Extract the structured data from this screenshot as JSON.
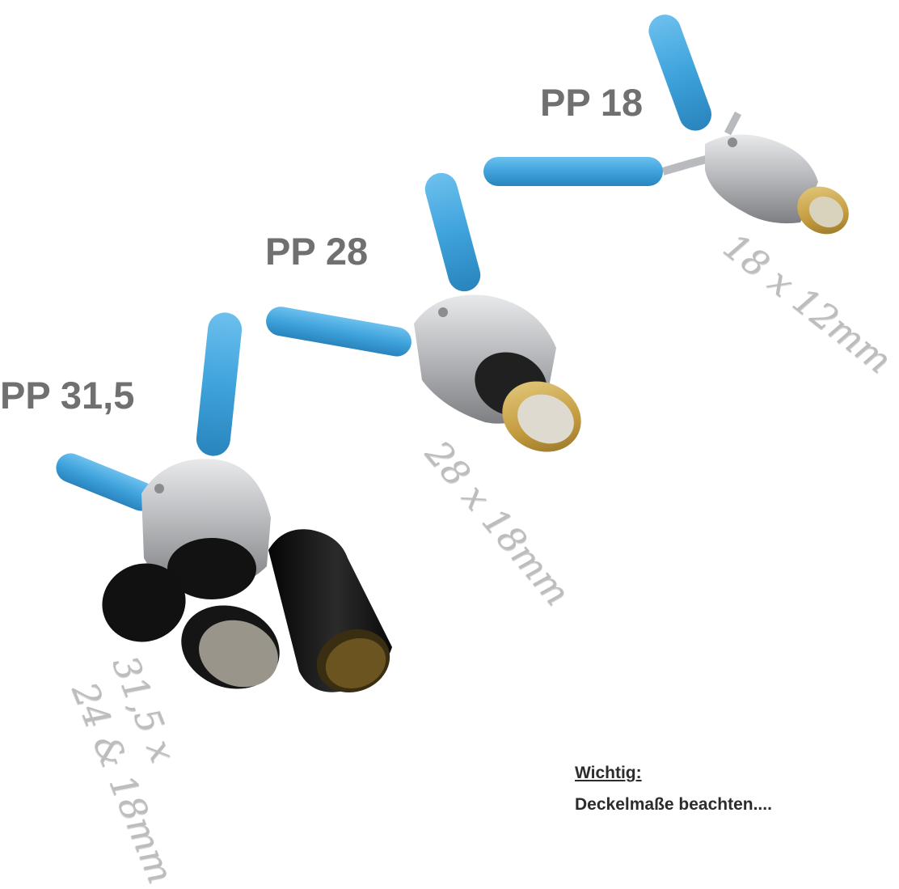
{
  "models": [
    {
      "name": "PP 18",
      "size": "18 x 12mm"
    },
    {
      "name": "PP 28",
      "size": "28 x 18mm"
    },
    {
      "name": "PP 31,5",
      "size_line1": "31,5 x",
      "size_line2": "24 & 18mm"
    }
  ],
  "note": {
    "title": "Wichtig:",
    "body": "Deckelmaße beachten...."
  },
  "colors": {
    "handle": "#3fa3dc",
    "metal": "#c4c6c9",
    "cap_gold": "#c9a44a",
    "cap_black": "#141414",
    "label_text": "#707070",
    "size_text": "#bdbdbd"
  }
}
